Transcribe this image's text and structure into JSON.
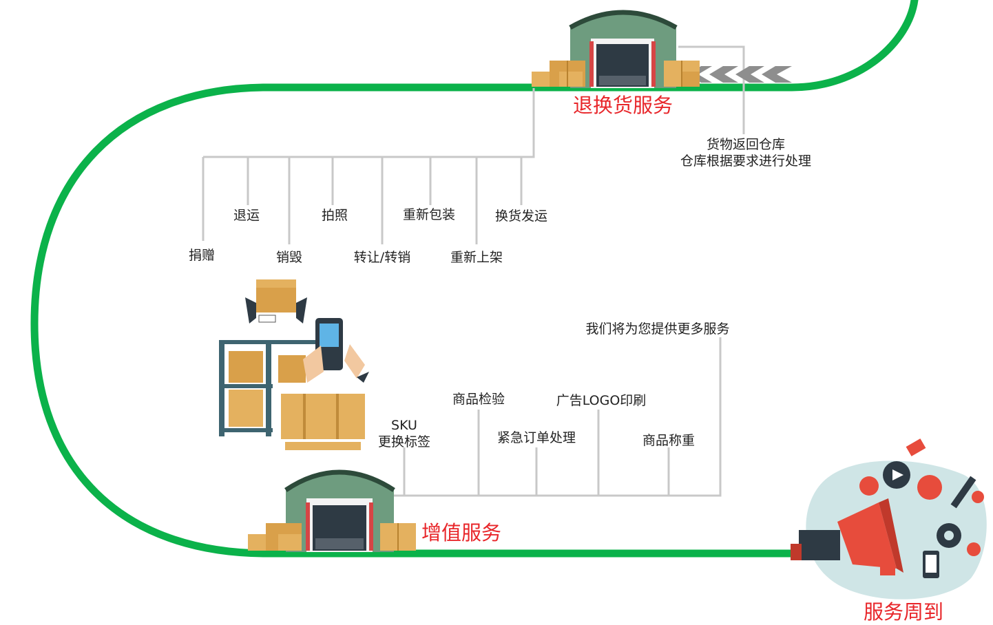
{
  "colors": {
    "track": "#0bb24a",
    "connector": "#c8c8c8",
    "title_red": "#e8262a",
    "text": "#222222",
    "warehouse": "#6e9c7f",
    "box": "#e4b15f"
  },
  "sections": {
    "return_exchange": {
      "title": "退换货服务",
      "note_lines": [
        "货物返回仓库",
        "仓库根据要求进行处理"
      ],
      "items": [
        "退运",
        "拍照",
        "重新包装",
        "换货发运",
        "捐赠",
        "销毁",
        "转让/转销",
        "重新上架"
      ]
    },
    "value_added": {
      "title": "增值服务",
      "sku_lines": [
        "SKU",
        "更换标签"
      ],
      "items": [
        "商品检验",
        "广告LOGO印刷",
        "紧急订单处理",
        "商品称重",
        "我们将为您提供更多服务"
      ]
    },
    "thoughtful": {
      "title": "服务周到"
    }
  }
}
